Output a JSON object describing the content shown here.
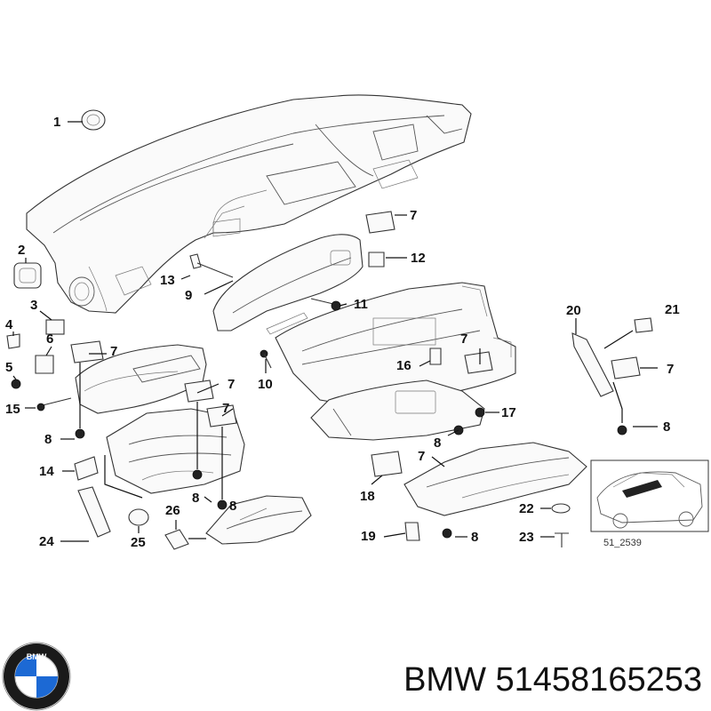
{
  "callouts": {
    "c1": "1",
    "c2": "2",
    "c3": "3",
    "c4": "4",
    "c5": "5",
    "c6": "6",
    "c7a": "7",
    "c7b": "7",
    "c7c": "7",
    "c7d": "7",
    "c7e": "7",
    "c7f": "7",
    "c8a": "8",
    "c8b": "8",
    "c8c": "8",
    "c8d": "8",
    "c8e": "8",
    "c9": "9",
    "c10": "10",
    "c11": "11",
    "c12": "12",
    "c13": "13",
    "c14": "14",
    "c15": "15",
    "c16": "16",
    "c17": "17",
    "c18": "18",
    "c19": "19",
    "c20": "20",
    "c21": "21",
    "c22": "22",
    "c23": "23",
    "c24": "24",
    "c25": "25",
    "c26": "26"
  },
  "diagram_ref": "51_2539",
  "brand_logo_text": "BMW",
  "footer": {
    "brand": "BMW",
    "part_number": "51458165253"
  },
  "colors": {
    "logo_blue": "#1c69d4",
    "logo_ring": "#1a1a1a",
    "line": "#111111"
  }
}
